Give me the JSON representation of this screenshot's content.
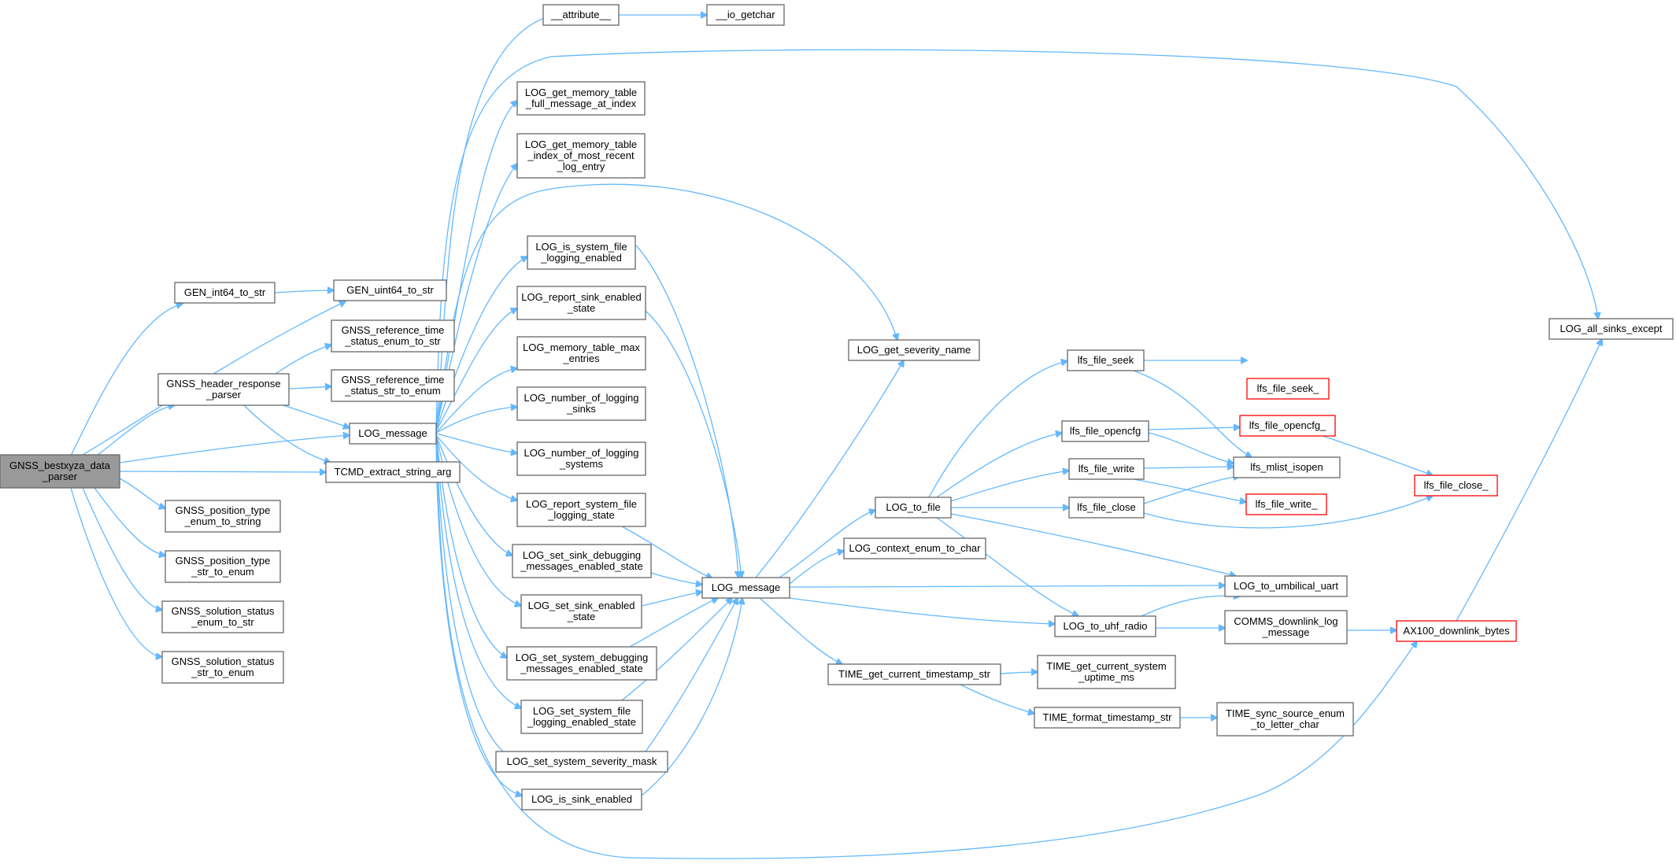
{
  "graph": {
    "edge_color": "#63b8ff",
    "node_border_color": "#666666",
    "root_fill_color": "#999999",
    "truncated_border_color": "#ff0000",
    "nodes": [
      {
        "id": "root",
        "lines": [
          "GNSS_bestxyza_data",
          "_parser"
        ],
        "kind": "root"
      },
      {
        "id": "gen_int64",
        "lines": [
          "GEN_int64_to_str"
        ]
      },
      {
        "id": "gen_uint64",
        "lines": [
          "GEN_uint64_to_str"
        ]
      },
      {
        "id": "hdr_parser",
        "lines": [
          "GNSS_header_response",
          "_parser"
        ]
      },
      {
        "id": "ref_enum_to_str",
        "lines": [
          "GNSS_reference_time",
          "_status_enum_to_str"
        ]
      },
      {
        "id": "ref_str_to_enum",
        "lines": [
          "GNSS_reference_time",
          "_status_str_to_enum"
        ]
      },
      {
        "id": "log_message_1",
        "lines": [
          "LOG_message"
        ]
      },
      {
        "id": "tcmd_extract",
        "lines": [
          "TCMD_extract_string_arg"
        ]
      },
      {
        "id": "pos_enum_to_string",
        "lines": [
          "GNSS_position_type",
          "_enum_to_string"
        ]
      },
      {
        "id": "pos_str_to_enum",
        "lines": [
          "GNSS_position_type",
          "_str_to_enum"
        ]
      },
      {
        "id": "sol_enum_to_str",
        "lines": [
          "GNSS_solution_status",
          "_enum_to_str"
        ]
      },
      {
        "id": "sol_str_to_enum",
        "lines": [
          "GNSS_solution_status",
          "_str_to_enum"
        ]
      },
      {
        "id": "attribute",
        "lines": [
          "__attribute__"
        ]
      },
      {
        "id": "io_getchar",
        "lines": [
          "__io_getchar"
        ]
      },
      {
        "id": "mem_full_msg",
        "lines": [
          "LOG_get_memory_table",
          "_full_message_at_index"
        ]
      },
      {
        "id": "mem_index_recent",
        "lines": [
          "LOG_get_memory_table",
          "_index_of_most_recent",
          "_log_entry"
        ]
      },
      {
        "id": "is_sys_file_log",
        "lines": [
          "LOG_is_system_file",
          "_logging_enabled"
        ]
      },
      {
        "id": "report_sink_enabled",
        "lines": [
          "LOG_report_sink_enabled",
          "_state"
        ]
      },
      {
        "id": "mem_table_max",
        "lines": [
          "LOG_memory_table_max",
          "_entries"
        ]
      },
      {
        "id": "num_log_sinks",
        "lines": [
          "LOG_number_of_logging",
          "_sinks"
        ]
      },
      {
        "id": "num_log_systems",
        "lines": [
          "LOG_number_of_logging",
          "_systems"
        ]
      },
      {
        "id": "report_sys_file",
        "lines": [
          "LOG_report_system_file",
          "_logging_state"
        ]
      },
      {
        "id": "set_sink_debug",
        "lines": [
          "LOG_set_sink_debugging",
          "_messages_enabled_state"
        ]
      },
      {
        "id": "set_sink_enabled",
        "lines": [
          "LOG_set_sink_enabled",
          "_state"
        ]
      },
      {
        "id": "set_sys_debug",
        "lines": [
          "LOG_set_system_debugging",
          "_messages_enabled_state"
        ]
      },
      {
        "id": "set_sys_file",
        "lines": [
          "LOG_set_system_file",
          "_logging_enabled_state"
        ]
      },
      {
        "id": "set_sys_sev",
        "lines": [
          "LOG_set_system_severity_mask"
        ]
      },
      {
        "id": "is_sink_enabled",
        "lines": [
          "LOG_is_sink_enabled"
        ]
      },
      {
        "id": "log_message_2",
        "lines": [
          "LOG_message"
        ]
      },
      {
        "id": "get_sev_name",
        "lines": [
          "LOG_get_severity_name"
        ]
      },
      {
        "id": "log_to_file",
        "lines": [
          "LOG_to_file"
        ]
      },
      {
        "id": "ctx_enum_char",
        "lines": [
          "LOG_context_enum_to_char"
        ]
      },
      {
        "id": "time_cur_ts",
        "lines": [
          "TIME_get_current_timestamp_str"
        ]
      },
      {
        "id": "lfs_seek",
        "lines": [
          "lfs_file_seek"
        ]
      },
      {
        "id": "lfs_opencfg",
        "lines": [
          "lfs_file_opencfg"
        ]
      },
      {
        "id": "lfs_write",
        "lines": [
          "lfs_file_write"
        ]
      },
      {
        "id": "lfs_close",
        "lines": [
          "lfs_file_close"
        ]
      },
      {
        "id": "log_uhf",
        "lines": [
          "LOG_to_uhf_radio"
        ]
      },
      {
        "id": "time_uptime",
        "lines": [
          "TIME_get_current_system",
          "_uptime_ms"
        ]
      },
      {
        "id": "time_format",
        "lines": [
          "TIME_format_timestamp_str"
        ]
      },
      {
        "id": "lfs_seek_",
        "lines": [
          "lfs_file_seek_"
        ],
        "kind": "truncated"
      },
      {
        "id": "lfs_opencfg_",
        "lines": [
          "lfs_file_opencfg_"
        ],
        "kind": "truncated"
      },
      {
        "id": "lfs_mlist",
        "lines": [
          "lfs_mlist_isopen"
        ]
      },
      {
        "id": "lfs_write_",
        "lines": [
          "lfs_file_write_"
        ],
        "kind": "truncated"
      },
      {
        "id": "log_umbilical",
        "lines": [
          "LOG_to_umbilical_uart"
        ]
      },
      {
        "id": "comms_downlink",
        "lines": [
          "COMMS_downlink_log",
          "_message"
        ]
      },
      {
        "id": "time_sync_src",
        "lines": [
          "TIME_sync_source_enum",
          "_to_letter_char"
        ]
      },
      {
        "id": "lfs_close_",
        "lines": [
          "lfs_file_close_"
        ],
        "kind": "truncated"
      },
      {
        "id": "ax100",
        "lines": [
          "AX100_downlink_bytes"
        ],
        "kind": "truncated"
      },
      {
        "id": "all_sinks_except",
        "lines": [
          "LOG_all_sinks_except"
        ]
      }
    ]
  }
}
